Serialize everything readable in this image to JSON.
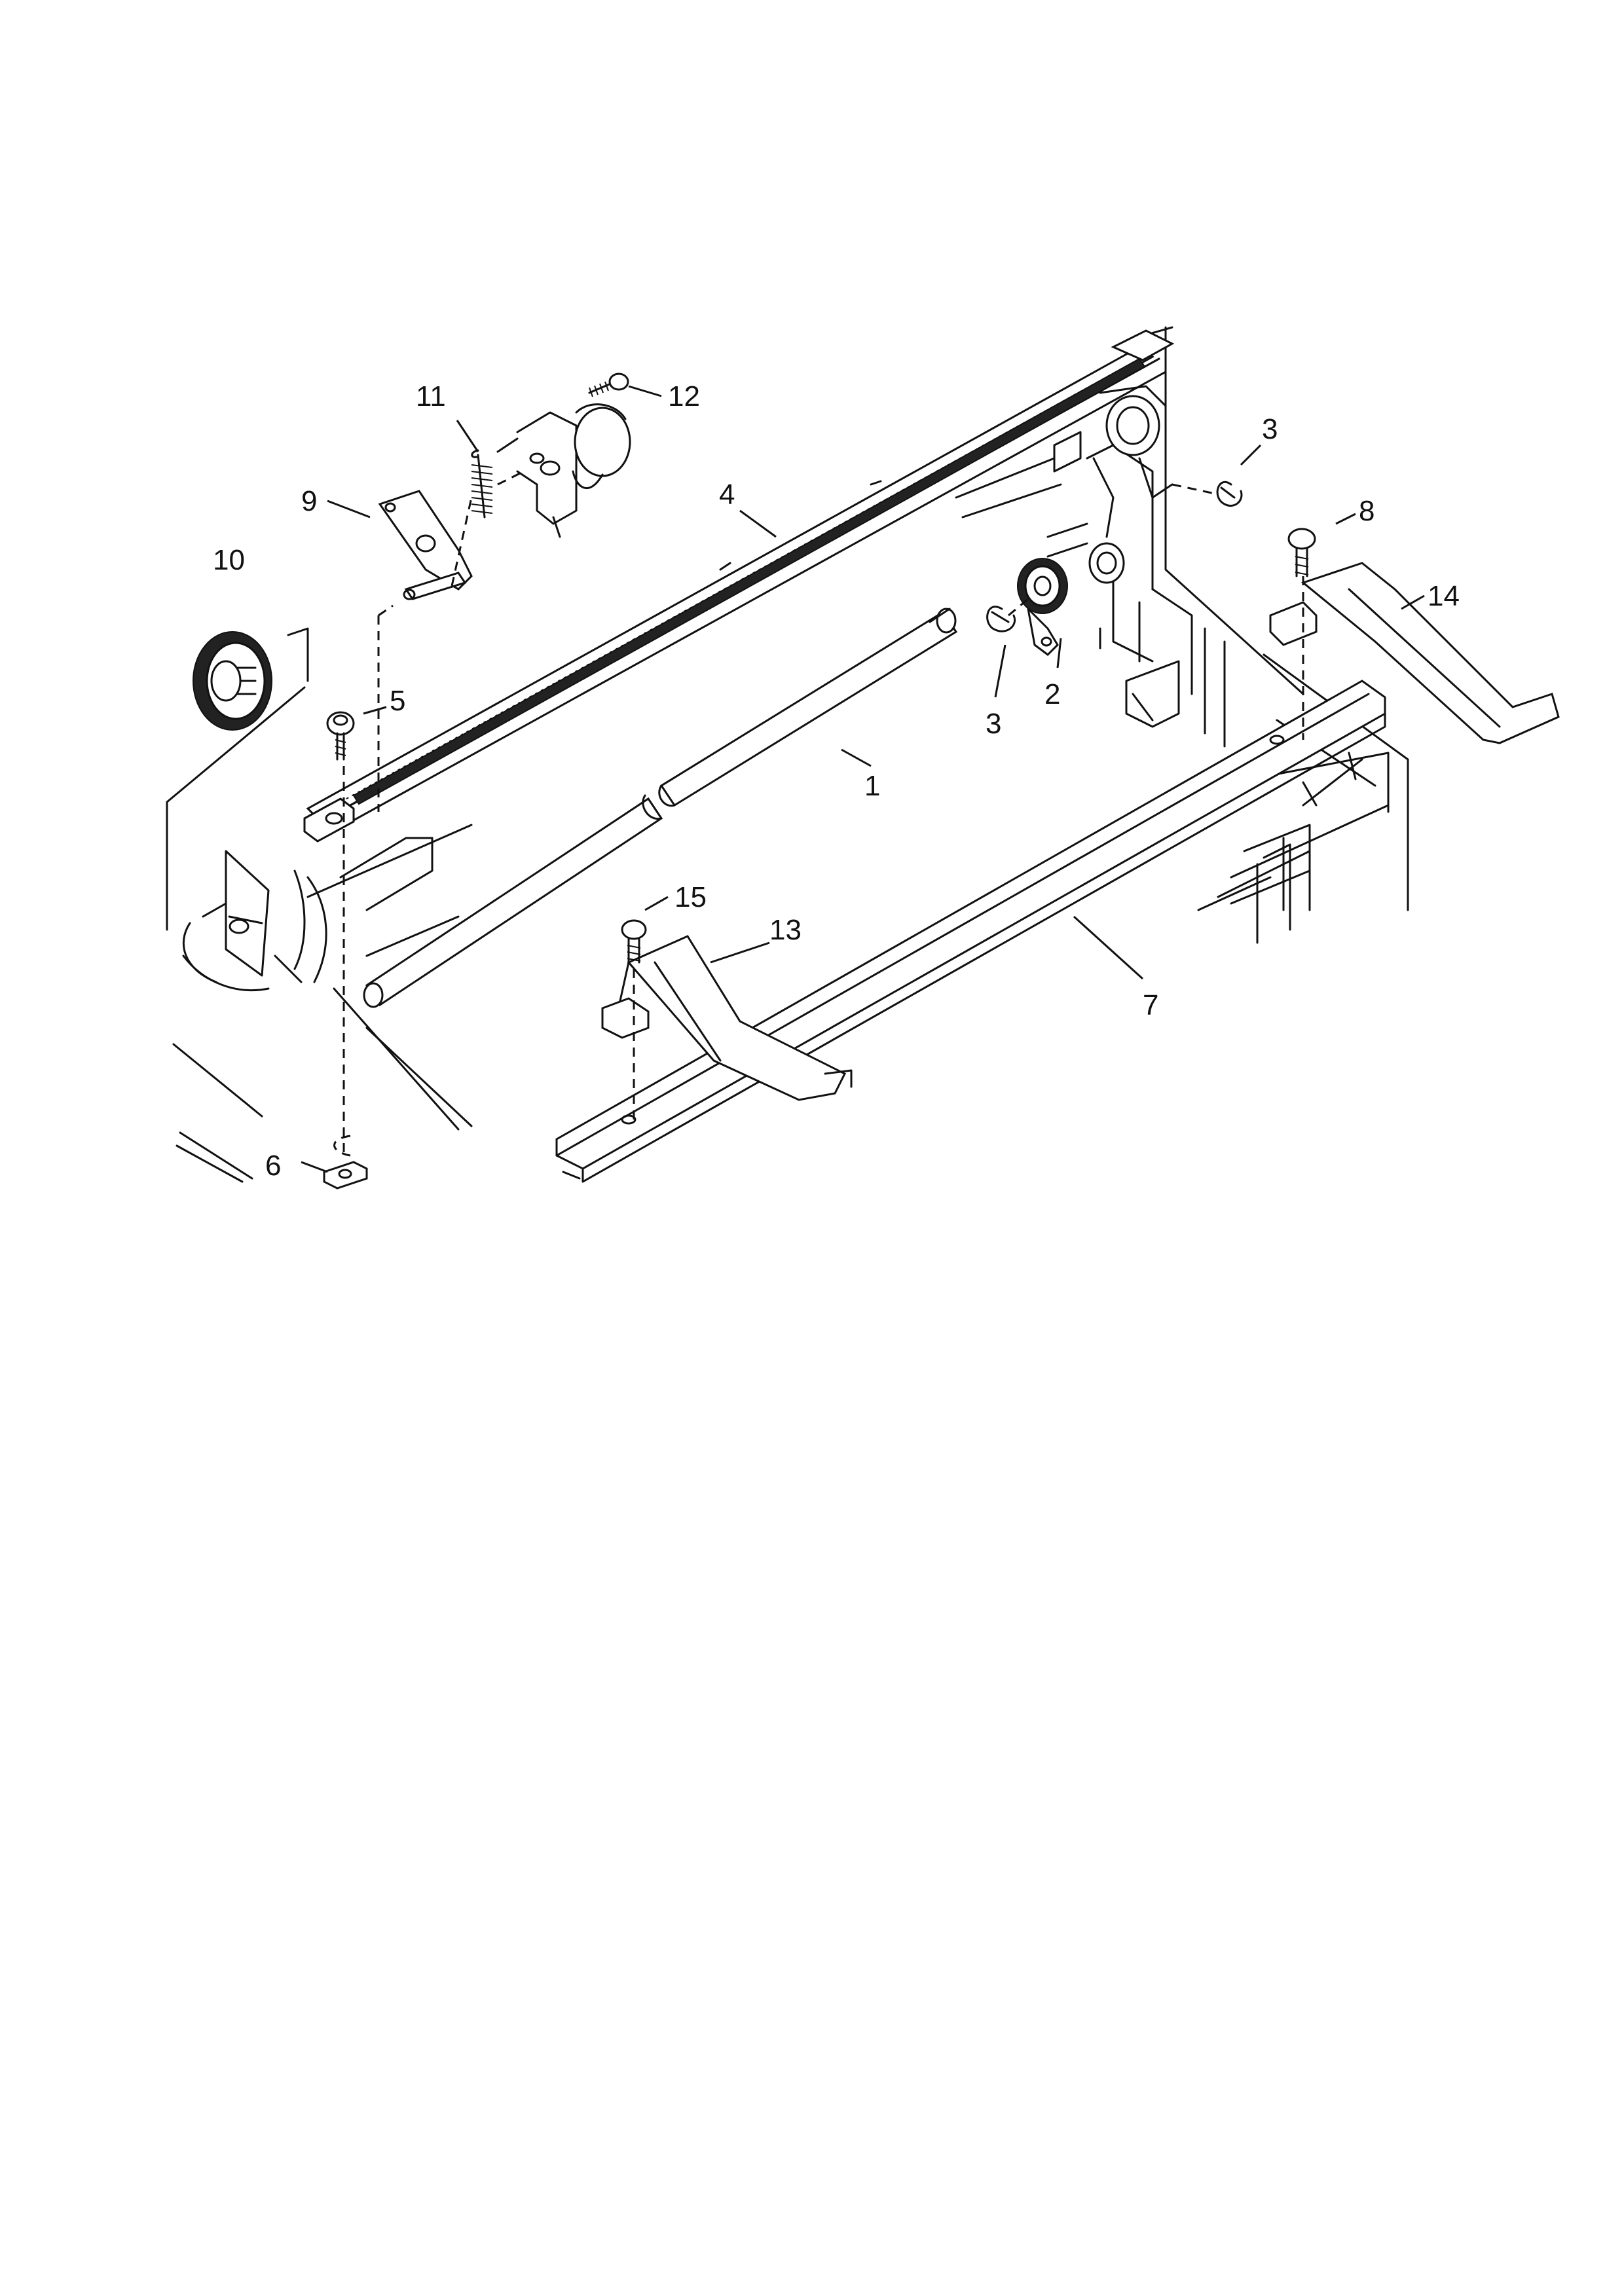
{
  "diagram": {
    "callouts": [
      {
        "id": "c1",
        "label": "1"
      },
      {
        "id": "c2",
        "label": "2"
      },
      {
        "id": "c3a",
        "label": "3"
      },
      {
        "id": "c3b",
        "label": "3"
      },
      {
        "id": "c4",
        "label": "4"
      },
      {
        "id": "c5",
        "label": "5"
      },
      {
        "id": "c6",
        "label": "6"
      },
      {
        "id": "c7",
        "label": "7"
      },
      {
        "id": "c8",
        "label": "8"
      },
      {
        "id": "c9",
        "label": "9"
      },
      {
        "id": "c10",
        "label": "10"
      },
      {
        "id": "c11",
        "label": "11"
      },
      {
        "id": "c12",
        "label": "12"
      },
      {
        "id": "c13",
        "label": "13"
      },
      {
        "id": "c14",
        "label": "14"
      },
      {
        "id": "c15",
        "label": "15"
      }
    ]
  }
}
